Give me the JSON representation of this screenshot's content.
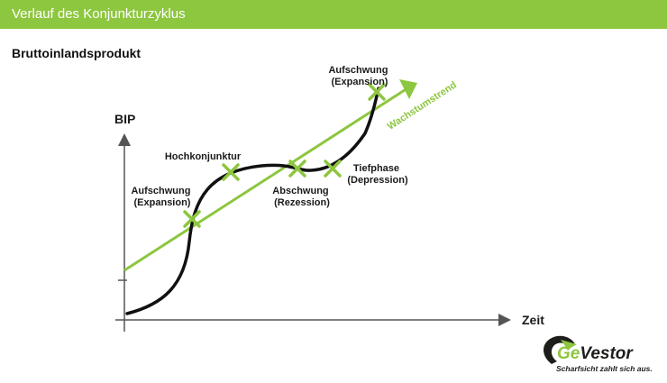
{
  "header": {
    "title": "Verlauf des Konjunkturzyklus"
  },
  "subtitle": "Bruttoinlandsprodukt",
  "axes": {
    "y_label": "BIP",
    "x_label": "Zeit"
  },
  "phases": [
    {
      "line1": "Aufschwung",
      "line2": "(Expansion)"
    },
    {
      "line1": "Hochkonjunktur"
    },
    {
      "line1": "Abschwung",
      "line2": "(Rezession)"
    },
    {
      "line1": "Tiefphase",
      "line2": "(Depression)"
    },
    {
      "line1": "Aufschwung",
      "line2": "(Expansion)"
    }
  ],
  "trend_label": "Wachstumstrend",
  "logo": {
    "name_ge": "Ge",
    "name_vestor": "Vestor",
    "tagline": "Scharfsicht zahlt sich aus."
  },
  "colors": {
    "accent": "#8dc63f",
    "curve": "#111111",
    "axis": "#555555",
    "logo_dark": "#1d1d1b"
  }
}
